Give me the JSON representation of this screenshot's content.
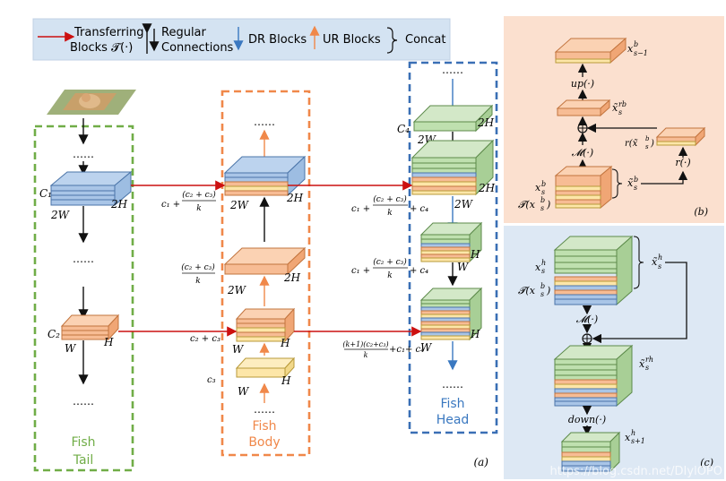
{
  "legend": {
    "transferring": "Transferring",
    "blocks_t": "Blocks 𝓣(·)",
    "regular": "Regular",
    "connections": "Connections",
    "dr_blocks": "DR Blocks",
    "ur_blocks": "UR Blocks",
    "concat": "Concat"
  },
  "dots": "……",
  "tail": {
    "label1": "Fish",
    "label2": "Tail",
    "c1": "C₁",
    "w2": "2W",
    "h2": "2H",
    "c2": "C₂",
    "w": "W",
    "h": "H"
  },
  "body": {
    "label1": "Fish",
    "label2": "Body",
    "top_eq_a": "c₁ +",
    "top_eq_num": "(c₂ + c₃)",
    "top_eq_den": "k",
    "mid_eq_num": "(c₂ + c₃)",
    "mid_eq_den": "k",
    "low_eq": "c₂ + c₃",
    "c3": "c₃",
    "w2": "2W",
    "h2": "2H",
    "w": "W",
    "h": "H"
  },
  "head": {
    "label1": "Fish",
    "label2": "Head",
    "c4": "C₄",
    "eq1_a": "c₁ +",
    "eq1_num": "(c₂ + c₃)",
    "eq1_den": "k",
    "eq1_b": "+ c₄",
    "eq2_a": "c₁ +",
    "eq2_num": "(c₂ + c₃)",
    "eq2_den": "k",
    "eq2_b": "+ c₄",
    "eq3_num": "(k+1)(c₂+c₃)",
    "eq3_den": "k",
    "eq3_b": "+c₁+ c₄",
    "w2": "2W",
    "h2": "2H",
    "w": "W",
    "h": "H"
  },
  "caption_a": "(a)",
  "panel_b": {
    "top_block": "x",
    "top_sup": "b",
    "top_sub": "s−1",
    "up": "up(·)",
    "xrb": "x̃",
    "xrb_sup": "rb",
    "xrb_sub": "s",
    "m": "𝓜(·)",
    "r_label": "r(x̃",
    "r_sup": "b",
    "r_sub": "s",
    "r_close": ")",
    "r_fn": "r(·)",
    "xsb": "x",
    "xsb_sup": "b",
    "xsb_sub": "s",
    "txsb": "𝓣(x",
    "txsb_sup": "b",
    "txsb_sub": "s",
    "txsb_close": ")",
    "tilde_xb": "x̃",
    "tilde_xb_sup": "b",
    "tilde_xb_sub": "s",
    "caption": "(b)"
  },
  "panel_c": {
    "xh": "x",
    "xh_sup": "h",
    "xh_sub": "s",
    "txb": "𝓣(x",
    "txb_sup": "b",
    "txb_sub": "s",
    "txb_close": ")",
    "tilde_xh": "x̃",
    "tilde_xh_sup": "h",
    "tilde_xh_sub": "s",
    "m": "𝓜(·)",
    "tilde_xrh": "x̃",
    "tilde_xrh_sup": "rh",
    "tilde_xrh_sub": "s",
    "down": "down(·)",
    "xh1": "x",
    "xh1_sup": "h",
    "xh1_sub": "s+1",
    "caption": "(c)"
  },
  "watermark": "https://blog.csdn.net/DIylOPO"
}
